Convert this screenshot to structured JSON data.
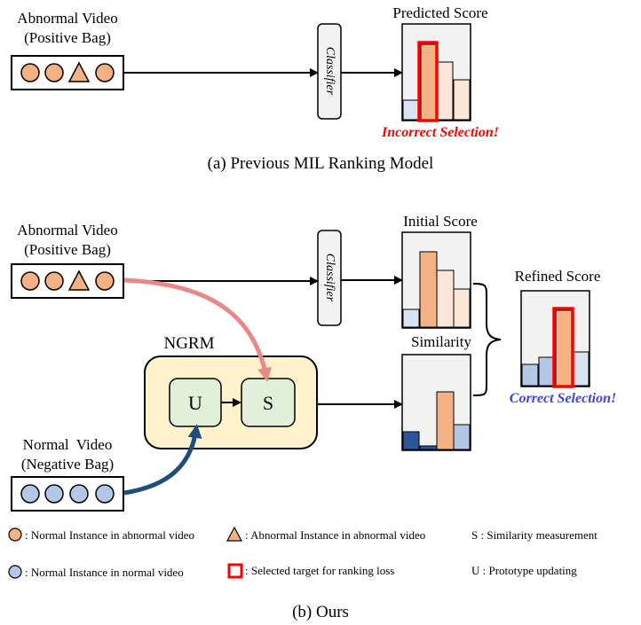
{
  "part_a": {
    "bag_label_line1": "Abnormal Video",
    "bag_label_line2": "(Positive Bag)",
    "classifier_label": "Classifier",
    "score_title": "Predicted Score",
    "selection_text": "Incorrect Selection!",
    "caption": "(a) Previous MIL Ranking Model"
  },
  "part_b": {
    "abnormal_label_line1": "Abnormal Video",
    "abnormal_label_line2": "(Positive Bag)",
    "classifier_label": "Classifier",
    "initial_score_title": "Initial Score",
    "ngrm_title": "NGRM",
    "u_label": "U",
    "s_label": "S",
    "similarity_title": "Similarity",
    "refined_score_title": "Refined Score",
    "selection_text": "Correct Selection!",
    "normal_label_line1": "Normal  Video",
    "normal_label_line2": "(Negative Bag)",
    "caption": "(b) Ours"
  },
  "legend": {
    "normal_in_abnormal": ": Normal Instance in abnormal video",
    "abnormal_in_abnormal": ": Abnormal Instance in abnormal video",
    "similarity_measurement": "S : Similarity measurement",
    "normal_in_normal": ": Normal Instance in normal video",
    "selected_target": ": Selected target for ranking loss",
    "prototype_updating": "U : Prototype updating"
  },
  "colors": {
    "orange_fill": "#f4b183",
    "orange_light": "#fbe5d6",
    "blue_fill": "#b4c7e7",
    "blue_light": "#dae3f3",
    "dark_blue": "#2f5597",
    "selection_red": "#ff0000",
    "incorrect_text": "#ff0000",
    "correct_text": "#4040e0",
    "ngrm_bg": "#fff2cc",
    "module_bg": "#e2f0d9",
    "pink_arrow": "#e88888",
    "navy_arrow": "#1f4e79"
  }
}
